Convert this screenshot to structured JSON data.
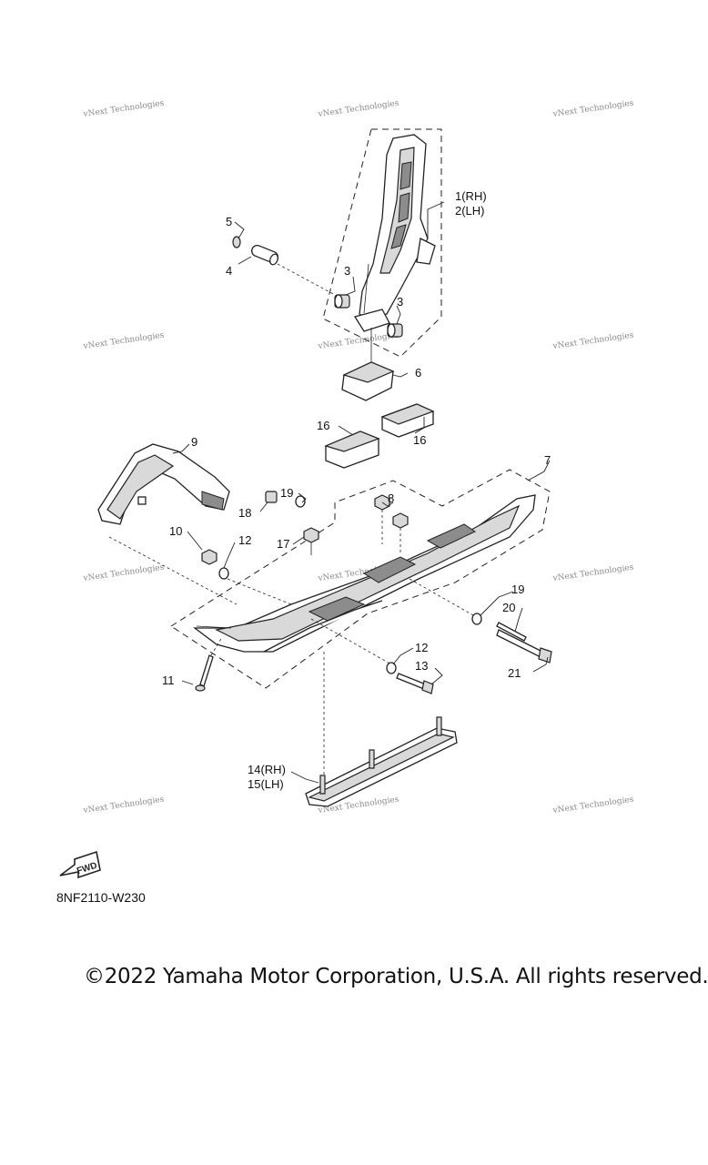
{
  "watermark": "vNext Technologies",
  "callouts": {
    "p1": "1(RH)",
    "p2": "2(LH)",
    "p3a": "3",
    "p3b": "3",
    "p4": "4",
    "p5": "5",
    "p6": "6",
    "p7": "7",
    "p8": "8",
    "p9": "9",
    "p10": "10",
    "p11": "11",
    "p12a": "12",
    "p12b": "12",
    "p13": "13",
    "p14": "14(RH)",
    "p15": "15(LH)",
    "p16a": "16",
    "p16b": "16",
    "p17": "17",
    "p18": "18",
    "p19a": "19",
    "p19b": "19",
    "p20": "20",
    "p21": "21"
  },
  "fwd_badge": "FWD",
  "diagram_code": "8NF2110-W230",
  "copyright": "©2022 Yamaha Motor Corporation, U.S.A. All rights reserved."
}
